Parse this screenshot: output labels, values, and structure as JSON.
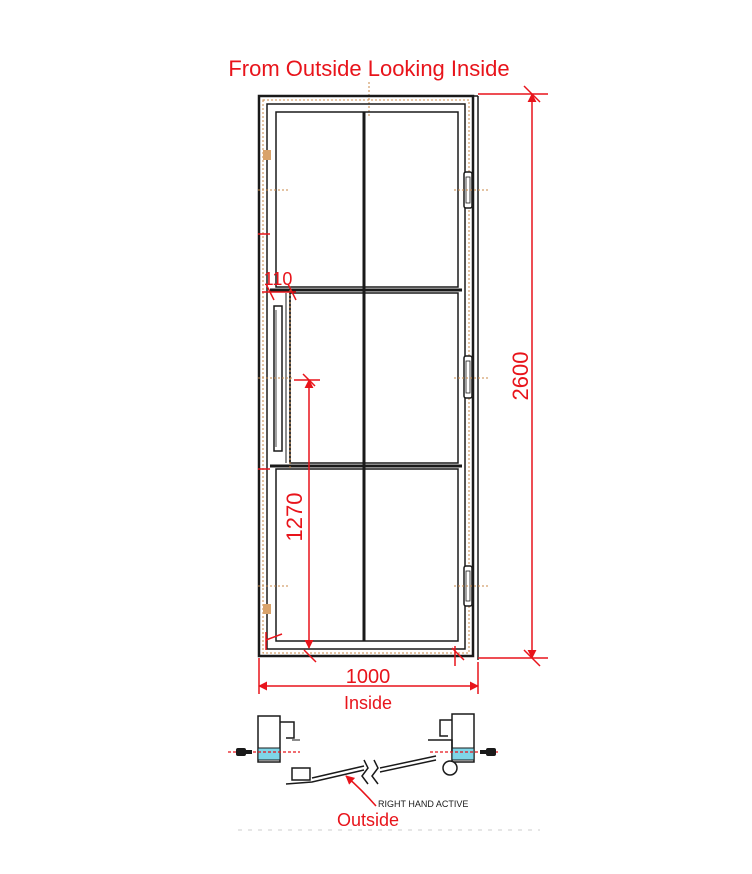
{
  "title": "From Outside Looking Inside",
  "dimensions": {
    "height": "2600",
    "width": "1000",
    "handle_height": "1270",
    "handle_offset": "110"
  },
  "labels": {
    "inside": "Inside",
    "outside": "Outside",
    "swing": "RIGHT HAND ACTIVE"
  },
  "colors": {
    "dimension": "#e8141b",
    "frame": "#1a1a1a",
    "hardware": "#c88a4a",
    "glass_detail": "#7fd6e8"
  }
}
